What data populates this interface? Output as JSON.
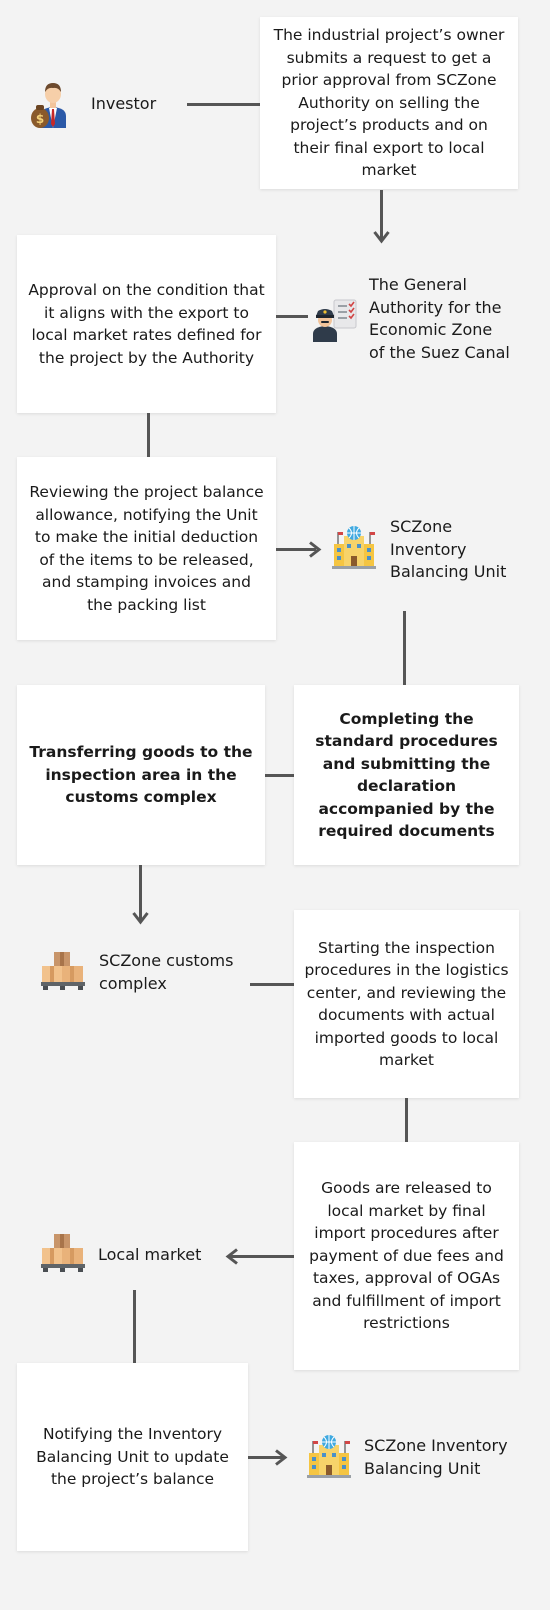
{
  "actors": {
    "investor": "Investor",
    "general_authority": "The General\nAuthority for the\nEconomic Zone\nof the Suez Canal",
    "balancing_unit_1": "SCZone\nInventory\nBalancing Unit",
    "customs_complex": "SCZone customs\ncomplex",
    "local_market": "Local market",
    "balancing_unit_2": "SCZone Inventory\nBalancing Unit"
  },
  "steps": {
    "submit_request": "The industrial project’s owner submits a request to get a prior approval from SCZone Authority on selling the project’s products and on their final export to local market",
    "approval": "Approval on the condition that it aligns with the export to local market rates defined for the project by the Authority",
    "review_balance": "Reviewing the project balance allowance, notifying the Unit to make the initial deduction of the items to be released, and stamping invoices and the packing list",
    "complete_procedures": "Completing the standard procedures and submitting the declaration accompanied by the required documents",
    "transfer_goods": "Transferring goods to the inspection area in the customs complex",
    "inspection": "Starting the inspection procedures in the logistics center, and reviewing the documents with actual imported goods to local market",
    "release_goods": "Goods are released to local market by final import procedures after payment of due fees and taxes, approval of OGAs and fulfillment of import restrictions",
    "notify_unit": "Notifying the Inventory Balancing Unit to update the project’s balance"
  },
  "icons": {
    "investor": "investor-icon",
    "authority": "officer-icon",
    "balancing_unit": "building-globe-icon",
    "customs": "boxes-pallet-icon",
    "market": "boxes-pallet-icon"
  },
  "colors": {
    "background": "#f3f3f3",
    "box": "#ffffff",
    "connector": "#555555"
  }
}
